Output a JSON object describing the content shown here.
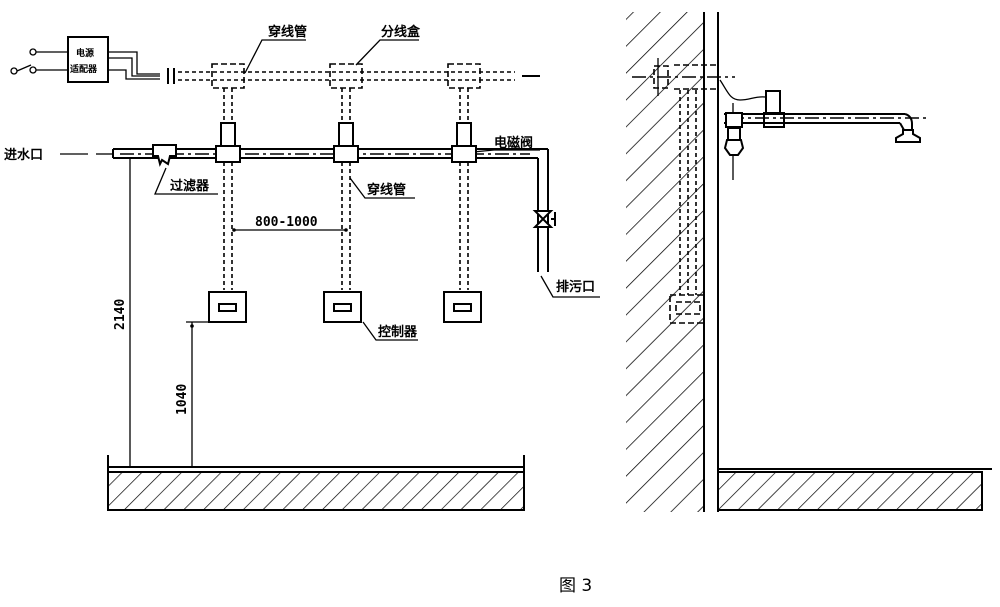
{
  "figure": {
    "caption": "图 3"
  },
  "front_view": {
    "labels": {
      "power_adapter_line1": "电源",
      "power_adapter_line2": "适配器",
      "conduit_top": "穿线管",
      "junction_box": "分线盒",
      "water_inlet": "进水口",
      "filter": "过滤器",
      "solenoid_valve": "电磁阀",
      "conduit_vertical": "穿线管",
      "drain_outlet": "排污口",
      "controller": "控制器"
    },
    "dimensions": {
      "spacing": "800-1000",
      "pipe_height": "2140",
      "controller_height": "1040"
    },
    "unit_count": 3
  },
  "side_view": {
    "components": [
      "wall-hatch",
      "junction-box",
      "conduit",
      "solenoid-valve",
      "shower-arm",
      "shower-head",
      "controller-box",
      "floor-hatch"
    ]
  }
}
